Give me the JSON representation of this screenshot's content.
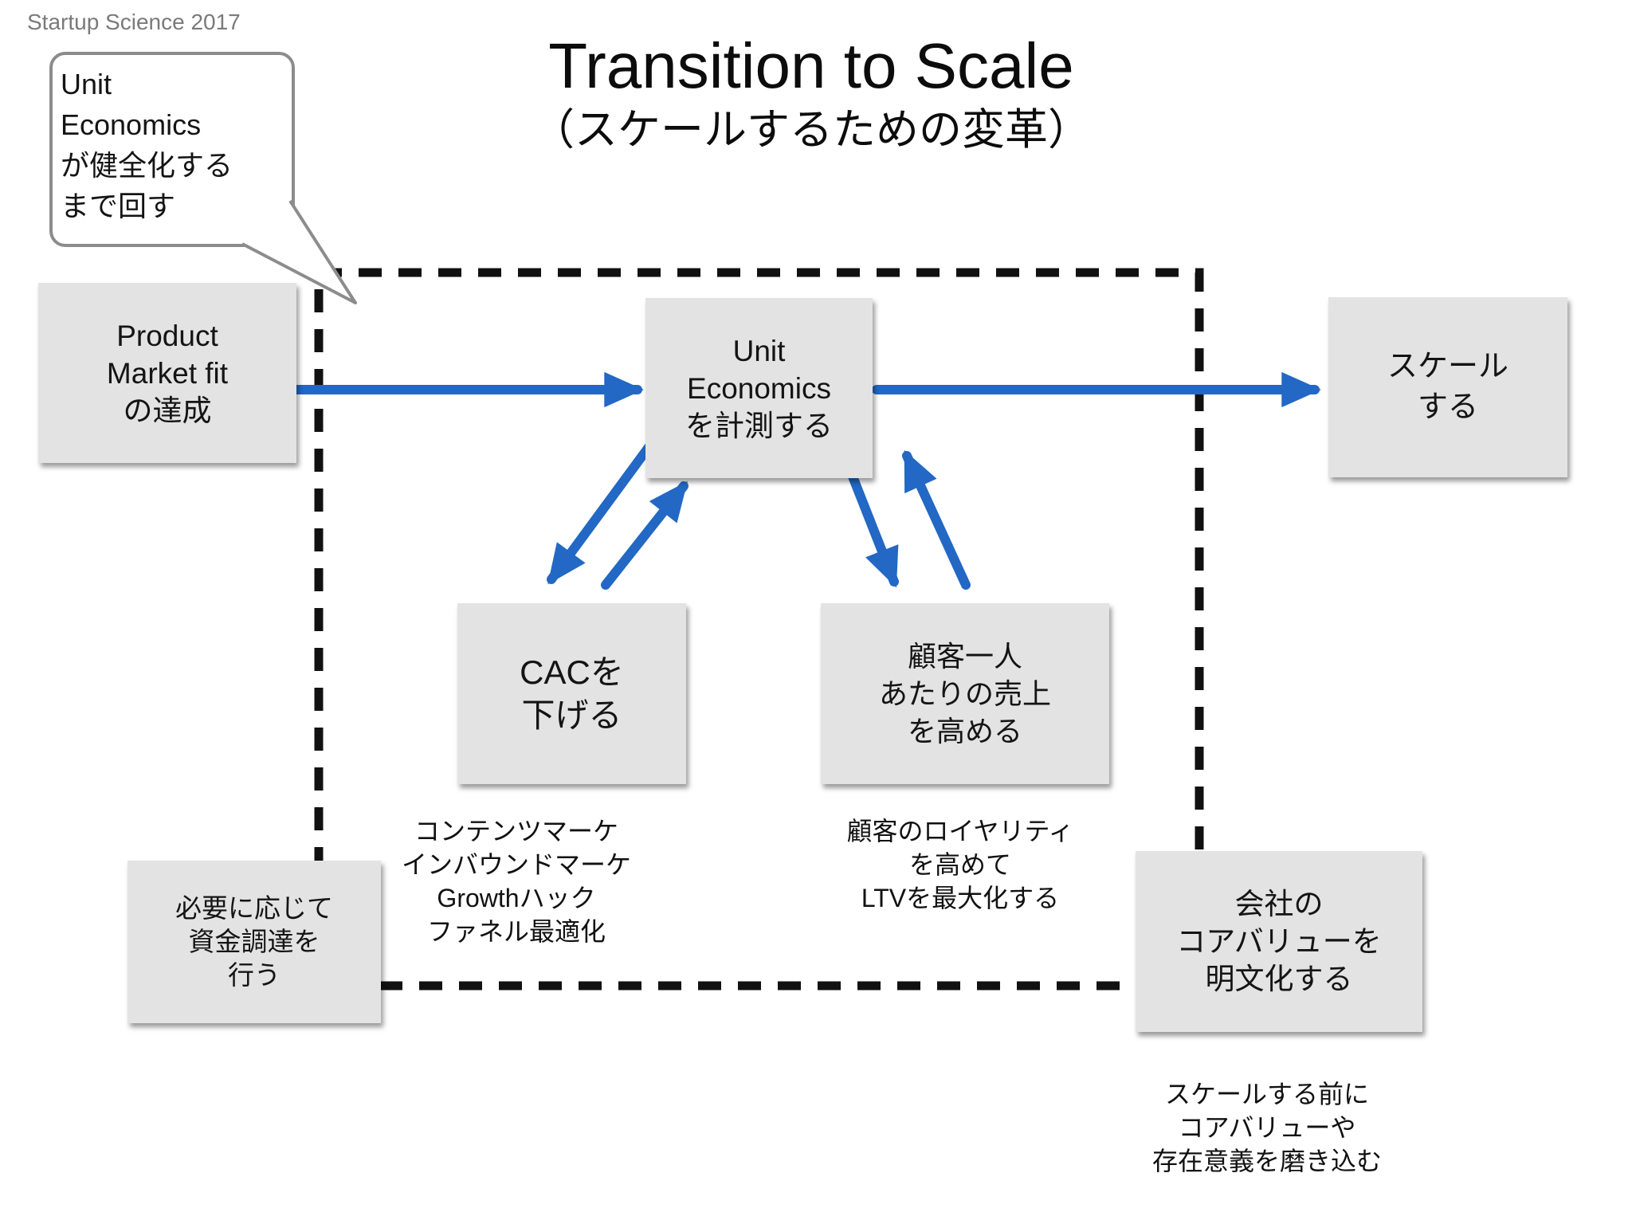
{
  "credit": "Startup Science 2017",
  "header": {
    "title": "Transition to Scale",
    "subtitle": "（スケールするための変革）"
  },
  "bubble": {
    "lines": [
      "Unit",
      "Economics",
      "が健全化する",
      "まで回す"
    ]
  },
  "boxes": {
    "pmf": {
      "lines": [
        "Product",
        "Market fit",
        "の達成"
      ]
    },
    "unit_economics": {
      "lines": [
        "Unit",
        "Economics",
        "を計測する"
      ]
    },
    "scale": {
      "lines": [
        "スケール",
        "する"
      ]
    },
    "cac": {
      "lines": [
        "CACを",
        "下げる"
      ]
    },
    "revenue_per_customer": {
      "lines": [
        "顧客一人",
        "あたりの売上",
        "を高める"
      ]
    },
    "fundraising": {
      "lines": [
        "必要に応じて",
        "資金調達を",
        "行う"
      ]
    },
    "core_values": {
      "lines": [
        "会社の",
        "コアバリューを",
        "明文化する"
      ]
    }
  },
  "notes": {
    "cac_methods": {
      "lines": [
        "コンテンツマーケ",
        "インバウンドマーケ",
        "Growthハック",
        "ファネル最適化"
      ]
    },
    "ltv": {
      "lines": [
        "顧客のロイヤリティ",
        "を高めて",
        "LTVを最大化する"
      ]
    },
    "core_polish": {
      "lines": [
        "スケールする前に",
        "コアバリューや",
        "存在意義を磨き込む"
      ]
    }
  },
  "colors": {
    "arrow": "#2268c4",
    "dash_border": "#111111",
    "box_fill": "#e3e3e3",
    "bubble_border": "#8c8c8c",
    "credit_text": "#7a7a7a"
  }
}
